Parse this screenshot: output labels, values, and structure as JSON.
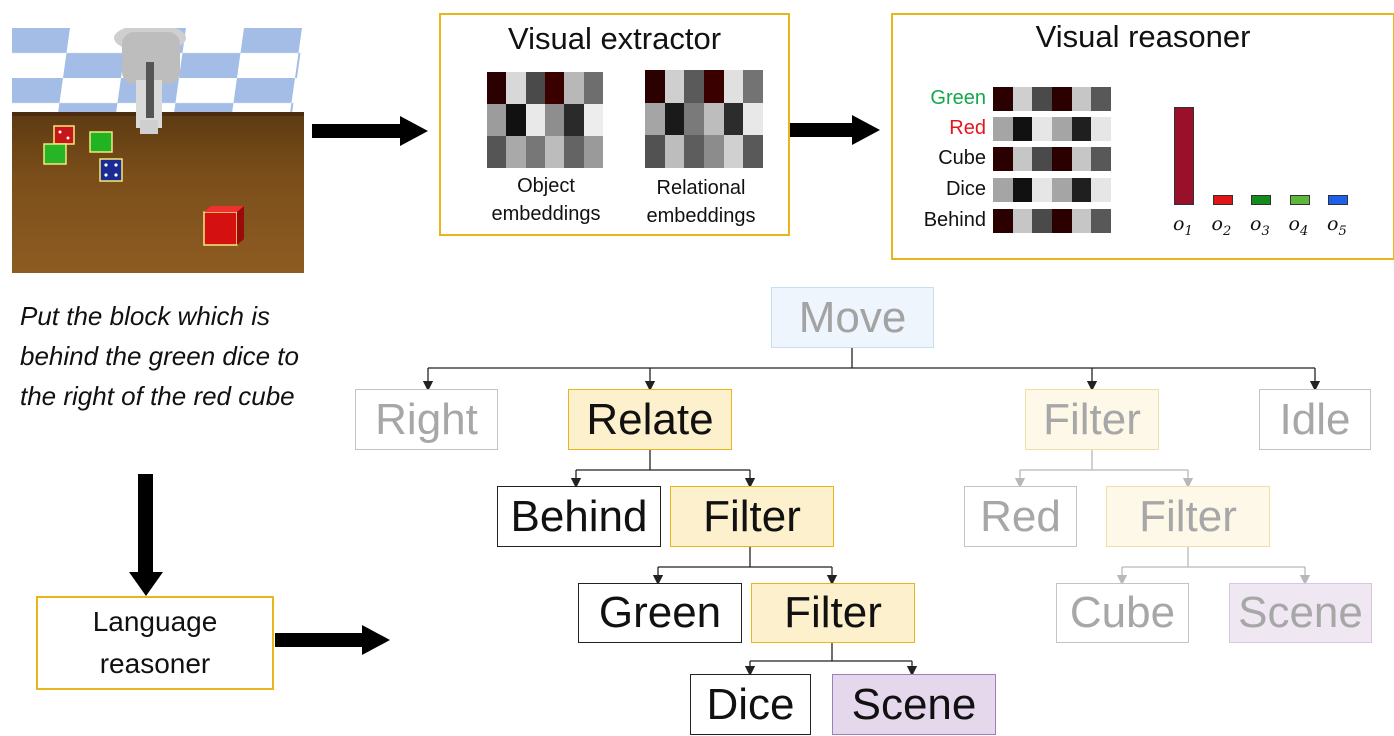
{
  "instruction": "Put the block which is behind the green dice to the right of the red cube",
  "visual_extractor": {
    "title": "Visual extractor",
    "object_caption_1": "Object",
    "object_caption_2": "embeddings",
    "relational_caption_1": "Relational",
    "relational_caption_2": "embeddings"
  },
  "visual_reasoner": {
    "title": "Visual reasoner",
    "rows": [
      {
        "label": "Green",
        "color": "#13a84a"
      },
      {
        "label": "Red",
        "color": "#e8151b"
      },
      {
        "label": "Cube",
        "color": "#111111"
      },
      {
        "label": "Dice",
        "color": "#111111"
      },
      {
        "label": "Behind",
        "color": "#111111"
      }
    ],
    "bar_labels": [
      "o",
      "o",
      "o",
      "o",
      "o"
    ],
    "bar_subscripts": [
      "1",
      "2",
      "3",
      "4",
      "5"
    ],
    "bar_values": [
      1.0,
      0.1,
      0.1,
      0.1,
      0.1
    ],
    "bar_colors": [
      "#9a0f2a",
      "#e01515",
      "#138a1c",
      "#5cb63a",
      "#1c5fe8"
    ]
  },
  "language_reasoner": {
    "line1": "Language",
    "line2": "reasoner"
  },
  "tree": {
    "root": "Move",
    "right": "Right",
    "relate": "Relate",
    "filter_a": "Filter",
    "idle": "Idle",
    "behind": "Behind",
    "filter_b": "Filter",
    "red": "Red",
    "filter_c": "Filter",
    "green": "Green",
    "filter_d": "Filter",
    "cube": "Cube",
    "scene_a": "Scene",
    "dice": "Dice",
    "scene_b": "Scene"
  },
  "colors": {
    "panel_border": "#e8b61c",
    "filter_fill": "#fdf0cc",
    "scene_fill": "#e6d8ec",
    "root_fill": "#eef5fc"
  }
}
